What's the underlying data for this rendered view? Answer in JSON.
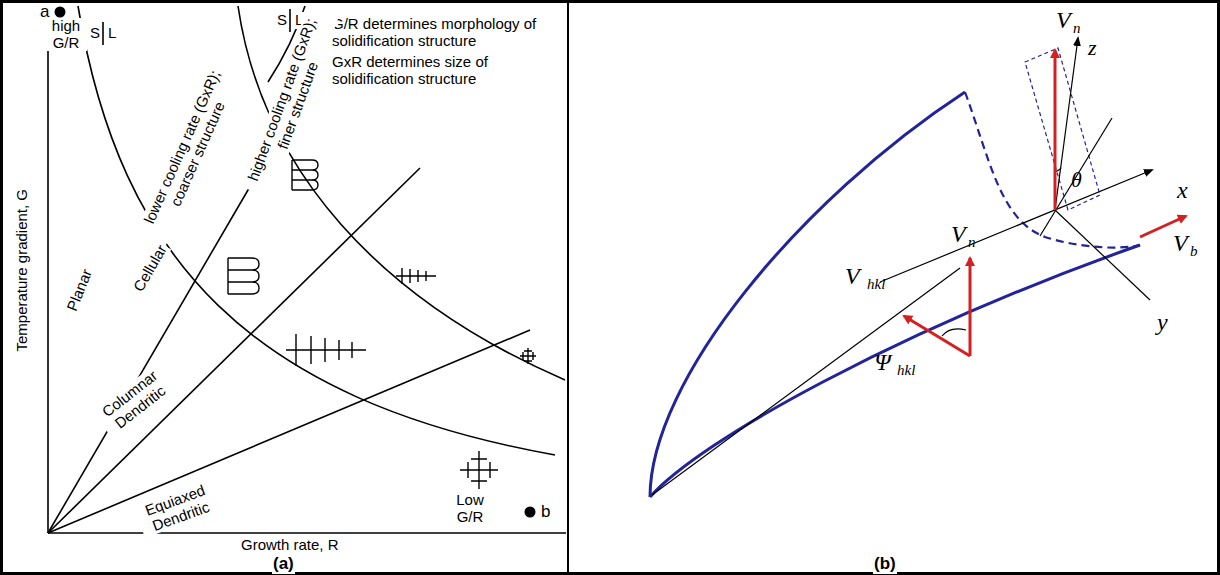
{
  "diagram": {
    "labels": [
      "a",
      "high G/R",
      "S",
      "L",
      "S",
      "L",
      "G/R determines morphology of solidification structure",
      "GxR determines size of solidification structure",
      "higher cooling rate (GxR); finer structure",
      "lower cooling rate (GxR); coarser structure",
      "Planar",
      "Cellular",
      "Columnar Dendritic",
      "Equiaxed Dendritic",
      "Low G/R",
      "b",
      "Temperature gradient, G",
      "Growth rate, R",
      "(a)",
      "V",
      "n",
      "z",
      "θ",
      "x",
      "V",
      "b",
      "V",
      "n",
      "V",
      "hkl",
      "Ψ",
      "hkl",
      "y",
      "(b)"
    ]
  }
}
